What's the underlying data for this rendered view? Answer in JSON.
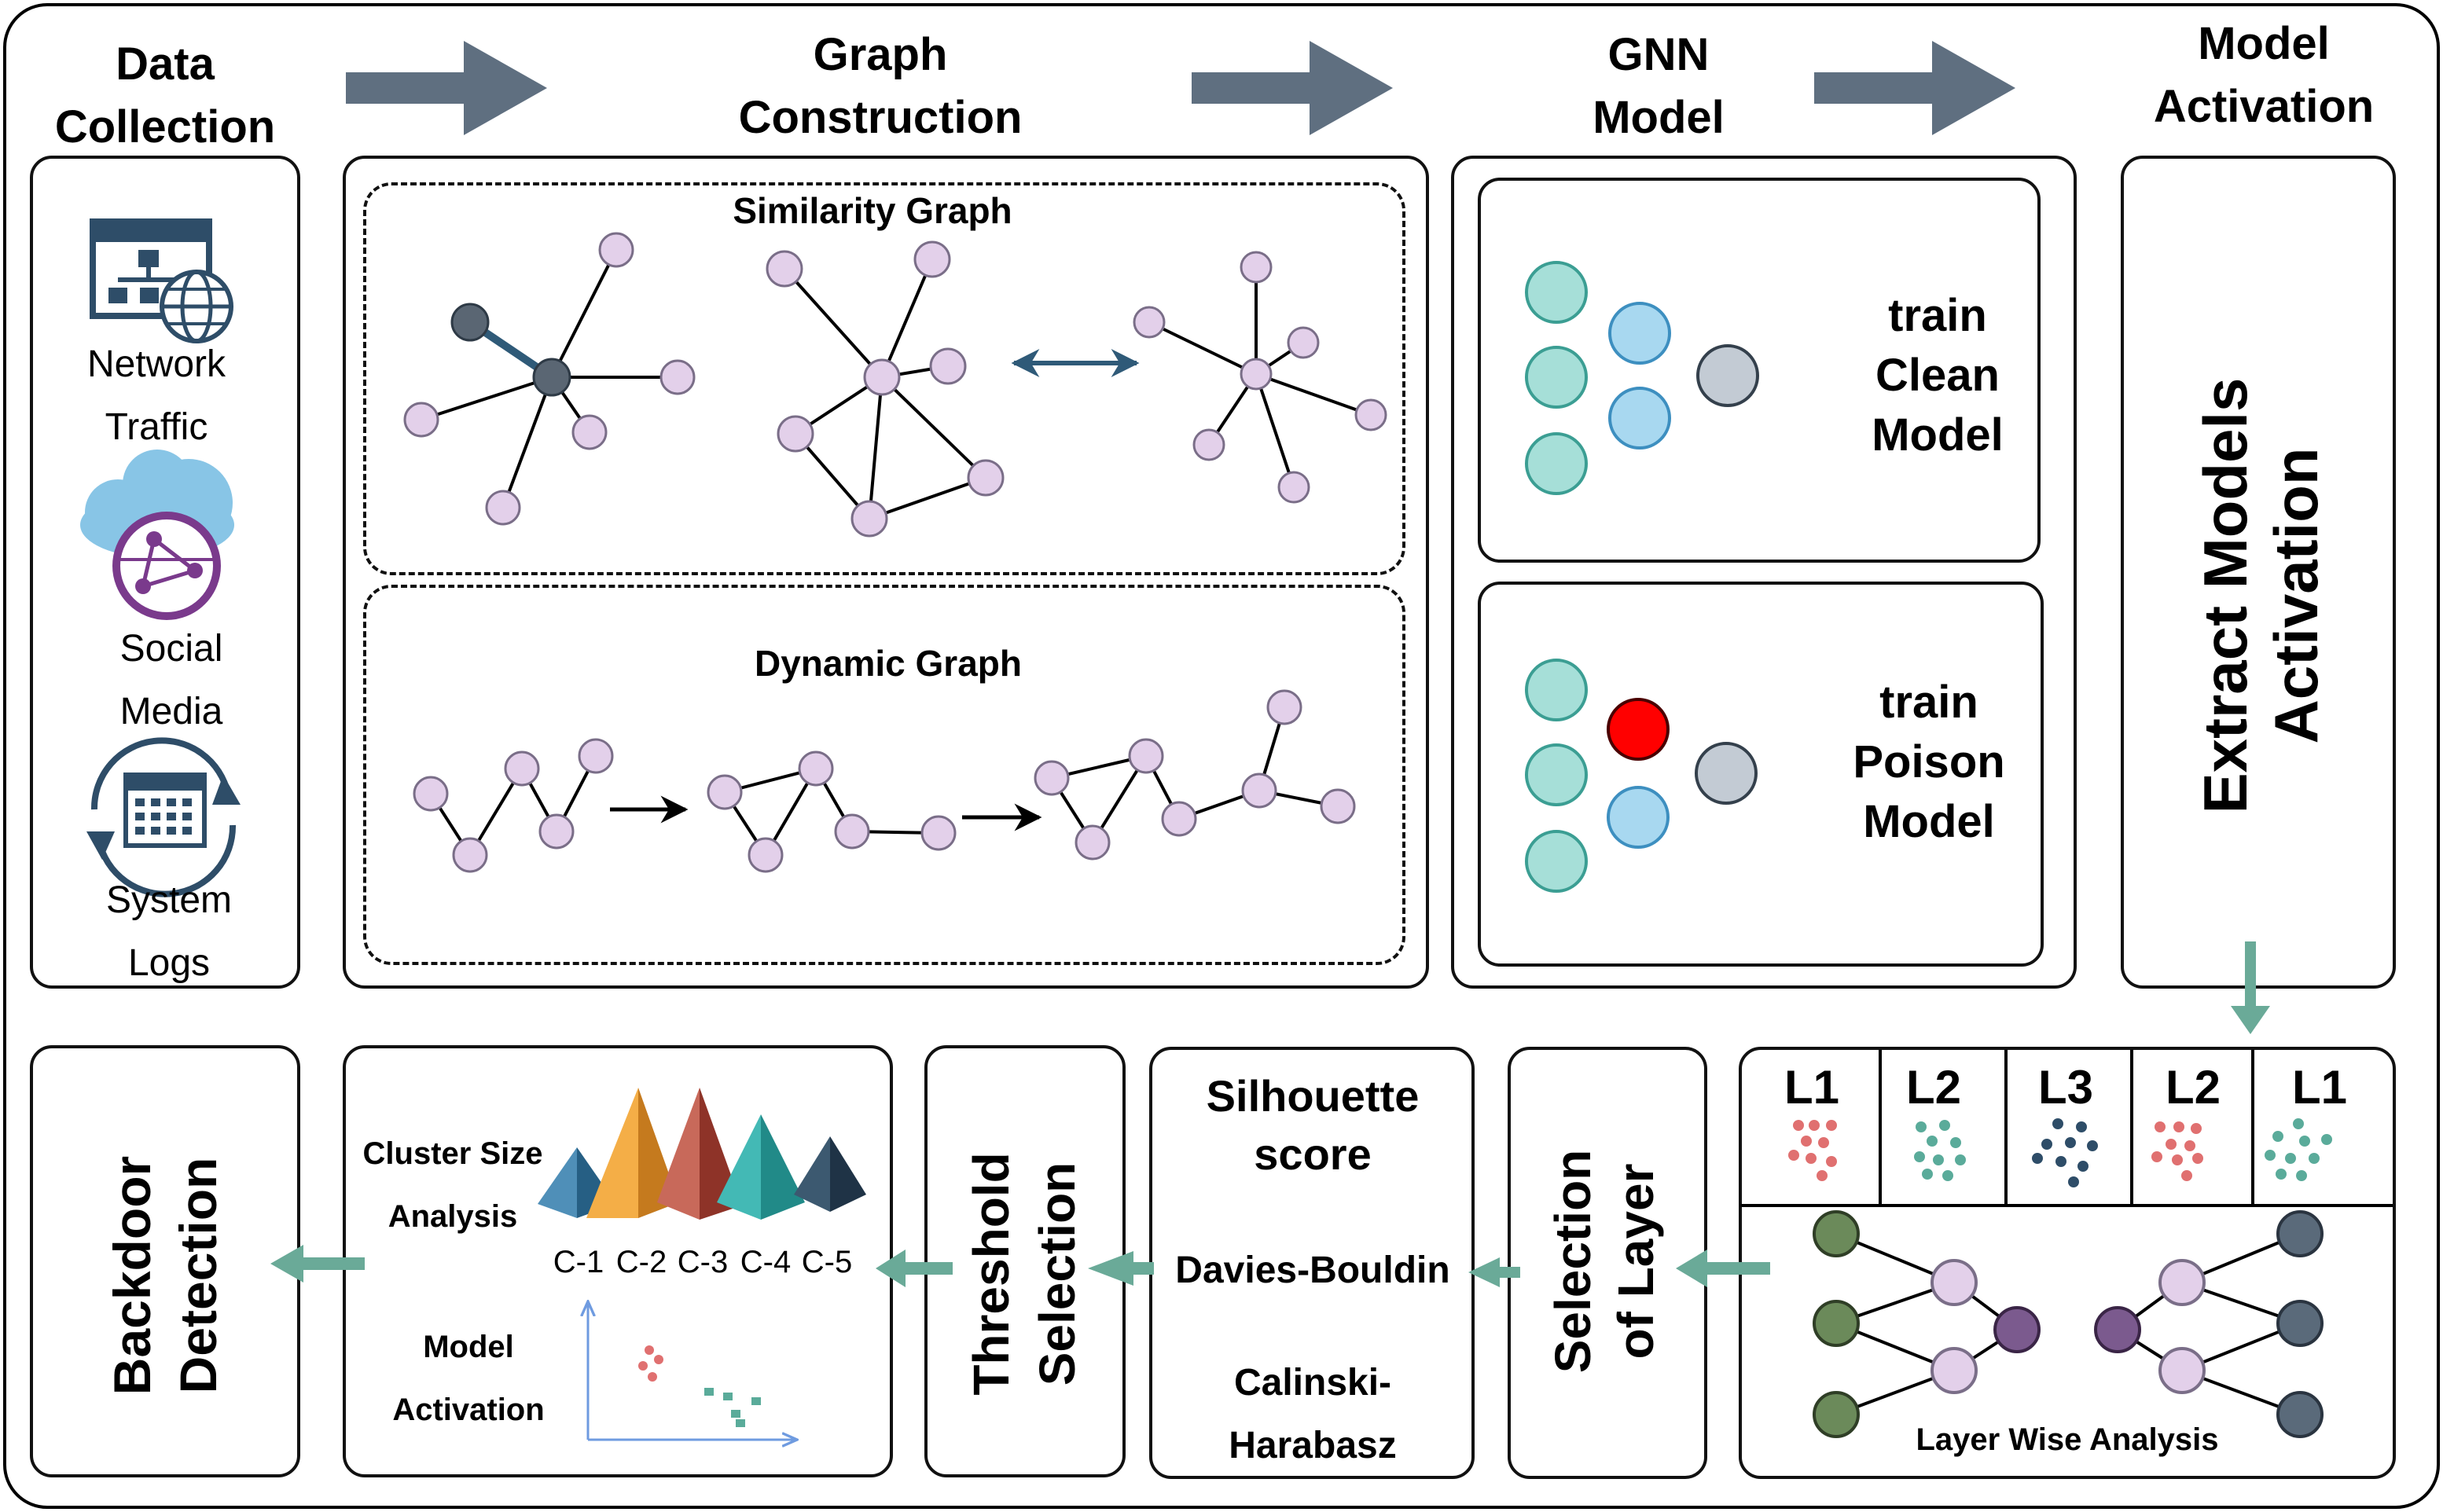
{
  "stages": {
    "data_collection": "Data Collection",
    "graph_construction": "Graph Construction",
    "gnn_model": "GNN Model",
    "model_activation": "Model Activation"
  },
  "sources": [
    {
      "label": "Network Traffic",
      "icon": "network-globe-icon"
    },
    {
      "label": "Social Media",
      "icon": "cloud-network-icon"
    },
    {
      "label": "System Logs",
      "icon": "calendar-cycle-icon"
    }
  ],
  "graphs": {
    "similarity": "Similarity Graph",
    "dynamic": "Dynamic Graph"
  },
  "models": {
    "clean": "train Clean Model",
    "poison": "train Poison Model"
  },
  "extract": "Extract Models Activation",
  "layers": [
    "L1",
    "L2",
    "L3",
    "L2",
    "L1"
  ],
  "layer_wise": "Layer Wise Analysis",
  "selection_layer": "Selection of Layer",
  "metrics": {
    "silhouette": "Silhouette score",
    "davies": "Davies-Bouldin",
    "calinski": "Calinski-Harabasz"
  },
  "threshold": "Threshold Selection",
  "cluster": {
    "title": "Cluster Size Analysis",
    "labels": [
      "C-1",
      "C-2",
      "C-3",
      "C-4",
      "C-5"
    ],
    "activation": "Model Activation"
  },
  "backdoor": "Backdoor Detection",
  "colors": {
    "arrow_gray": "#5f6f80",
    "arrow_green": "#6aaa98",
    "node_purple": "#e3d0ea",
    "node_teal": "#a6dfd8",
    "node_blue": "#a8d8f0",
    "node_gray": "#c3cbd4",
    "poison_red": "#ff0000"
  }
}
